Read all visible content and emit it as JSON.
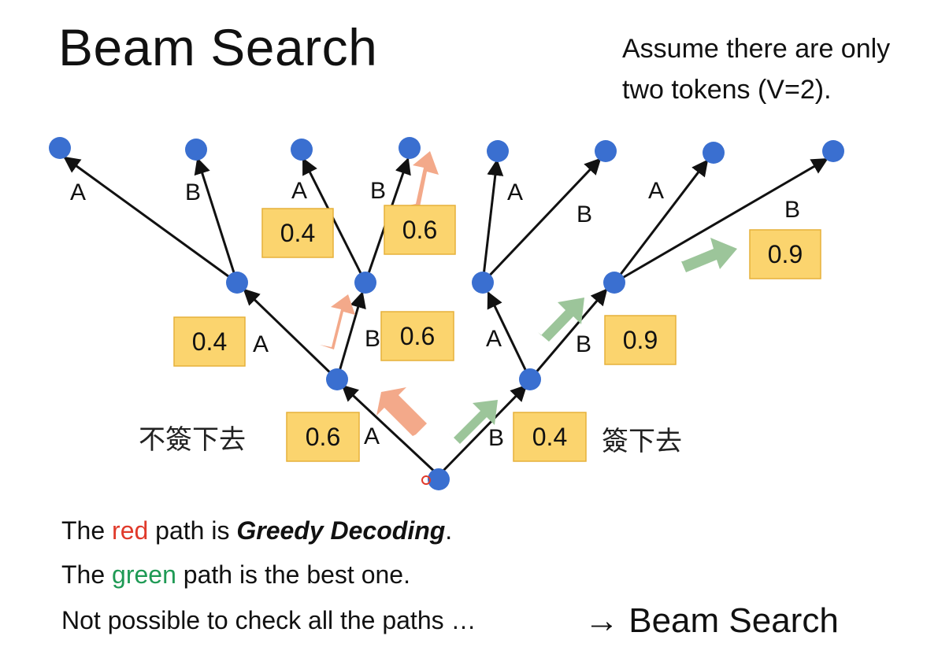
{
  "title": "Beam Search",
  "note": {
    "line1": "Assume there are only",
    "line2": "two tokens (V=2)."
  },
  "tree": {
    "root_edges": {
      "left_label": "A",
      "left_prob": "0.6",
      "left_annotation": "不簽下去",
      "right_label": "B",
      "right_prob": "0.4",
      "right_annotation": "簽下去"
    },
    "level2": {
      "left_A_label": "A",
      "left_A_prob": "0.4",
      "left_B_label": "B",
      "left_B_prob": "0.6",
      "right_A_label": "A",
      "right_B_label": "B",
      "right_B_prob": "0.9"
    },
    "level3": {
      "n1_A": "A",
      "n1_B": "B",
      "n2_A": "A",
      "n2_A_prob": "0.4",
      "n2_B": "B",
      "n2_B_prob": "0.6",
      "n3_A": "A",
      "n3_B": "B",
      "n4_A": "A",
      "n4_B": "B",
      "n4_B_prob": "0.9"
    }
  },
  "footer": {
    "line1_prefix": "The ",
    "line1_red": "red",
    "line1_middle": " path is ",
    "line1_emph": "Greedy Decoding",
    "line1_suffix": ".",
    "line2_prefix": "The ",
    "line2_green": "green",
    "line2_suffix": " path is the best one.",
    "line3": "Not possible to check all the paths …",
    "line3_right": "→ Beam Search"
  },
  "colors": {
    "node": "#3a6fd0",
    "edge": "#111111",
    "prob_box": "#fbd46e",
    "prob_box_border": "#e6b13a",
    "red_arrow": "#f3a98a",
    "green_arrow": "#9cc59a",
    "red_text": "#e03a2b",
    "green_text": "#1f9a55"
  }
}
